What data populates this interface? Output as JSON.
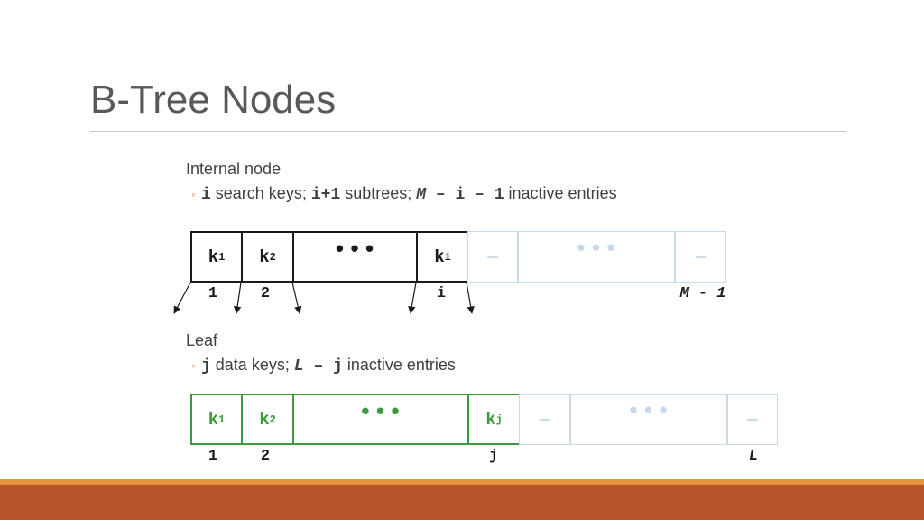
{
  "slide": {
    "title": "B-Tree Nodes"
  },
  "internal": {
    "heading": "Internal node",
    "bullet_marker": "◦",
    "bullet": [
      {
        "text": "i",
        "style": "mono"
      },
      {
        "text": " search keys; ",
        "style": "plain"
      },
      {
        "text": "i+1",
        "style": "mono"
      },
      {
        "text": " subtrees; ",
        "style": "plain"
      },
      {
        "text": "M",
        "style": "mono-i"
      },
      {
        "text": " – i – 1",
        "style": "mono"
      },
      {
        "text": " inactive entries",
        "style": "plain"
      }
    ],
    "cells": [
      {
        "base": "k",
        "sub": "1",
        "kind": "active"
      },
      {
        "base": "k",
        "sub": "2",
        "kind": "active"
      },
      {
        "base": "•••",
        "sub": "",
        "kind": "active-ellipsis"
      },
      {
        "base": "k",
        "sub": "i",
        "kind": "active"
      },
      {
        "base": "—",
        "sub": "",
        "kind": "inactive"
      },
      {
        "base": "•••",
        "sub": "",
        "kind": "inactive-ellipsis"
      },
      {
        "base": "—",
        "sub": "",
        "kind": "inactive"
      }
    ],
    "indices": [
      "1",
      "2",
      "i",
      "M - 1"
    ]
  },
  "leaf": {
    "heading": "Leaf",
    "bullet_marker": "◦",
    "bullet": [
      {
        "text": "j",
        "style": "mono"
      },
      {
        "text": " data keys; ",
        "style": "plain"
      },
      {
        "text": "L",
        "style": "mono-i"
      },
      {
        "text": " – j",
        "style": "mono"
      },
      {
        "text": " inactive entries",
        "style": "plain"
      }
    ],
    "cells": [
      {
        "base": "k",
        "sub": "1",
        "kind": "active"
      },
      {
        "base": "k",
        "sub": "2",
        "kind": "active"
      },
      {
        "base": "•••",
        "sub": "",
        "kind": "active-ellipsis"
      },
      {
        "base": "k",
        "sub": "j",
        "kind": "active"
      },
      {
        "base": "—",
        "sub": "",
        "kind": "inactive"
      },
      {
        "base": "•••",
        "sub": "",
        "kind": "inactive-ellipsis"
      },
      {
        "base": "—",
        "sub": "",
        "kind": "inactive"
      }
    ],
    "indices": [
      "1",
      "2",
      "j",
      "L"
    ]
  },
  "colors": {
    "internal_border": "#1a1a1a",
    "leaf_border": "#3c9a3c",
    "inactive_border": "#c8daea",
    "accent_bar": "#b9552b",
    "accent_bar_top": "#e69340"
  }
}
